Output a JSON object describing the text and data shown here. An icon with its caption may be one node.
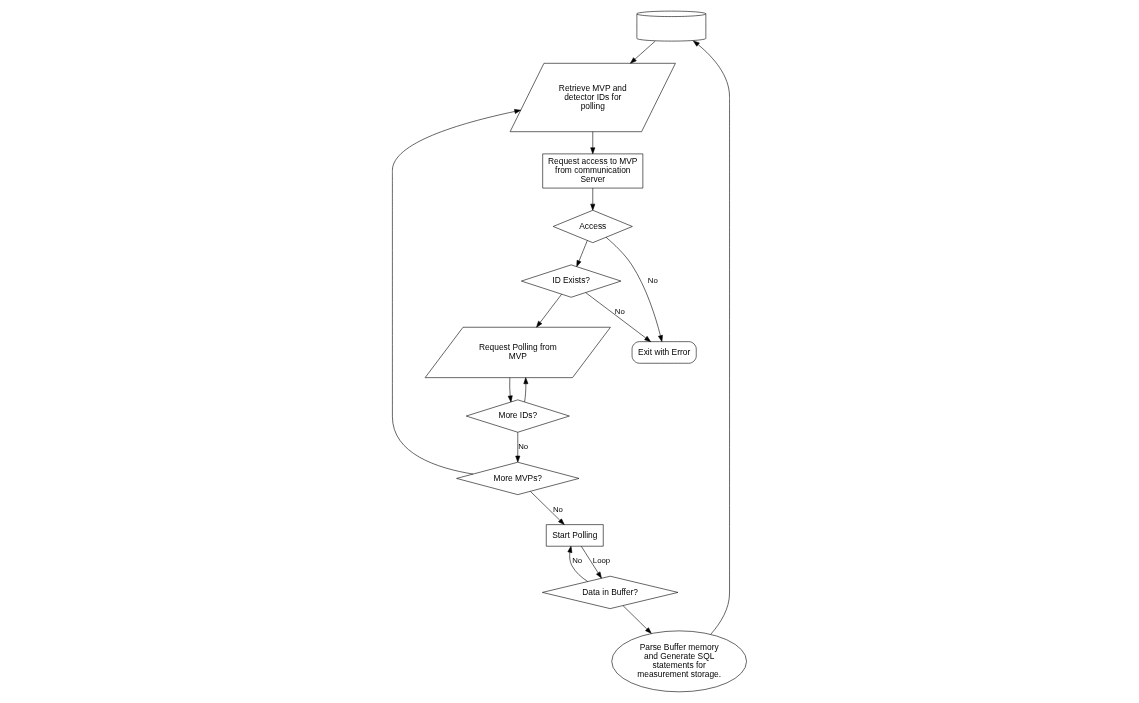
{
  "diagram": {
    "nodes": [
      {
        "text": [],
        "shape": "cylinder"
      },
      {
        "text": [
          "Retrieve MVP and detector IDs for polling"
        ]
      },
      {
        "text": [
          "Request access to MVP from communication Server"
        ]
      },
      {
        "text": [
          "Access"
        ]
      },
      {
        "text": [
          "ID Exists?"
        ]
      },
      {
        "text": [
          "Exit with Error"
        ]
      },
      {
        "text": [
          "Request Polling from MVP"
        ]
      },
      {
        "text": [
          "More IDs?"
        ]
      },
      {
        "text": [
          "More MVPs?"
        ]
      },
      {
        "text": [
          "Start Polling"
        ]
      },
      {
        "text": [
          "Data in Buffer?"
        ]
      },
      {
        "text": [
          "Parse Buffer memory and Generate SQL statements for measurement storage."
        ]
      }
    ],
    "edges": [
      {
        "from": 0,
        "to": 1,
        "arrow": "to"
      },
      {
        "from": 1,
        "to": 2,
        "arrow": "to"
      },
      {
        "from": 2,
        "to": 3,
        "arrow": "to"
      },
      {
        "from": 3,
        "to": 4,
        "arrow": "to"
      },
      {
        "from": 3,
        "to": 5,
        "arrow": "to",
        "label": "No"
      },
      {
        "from": 4,
        "to": 5,
        "arrow": "to",
        "label": "No"
      },
      {
        "from": 4,
        "to": 6,
        "arrow": "to"
      },
      {
        "from": 6,
        "to": 7,
        "arrow": "to"
      },
      {
        "from": 7,
        "to": 6,
        "arrow": "to"
      },
      {
        "from": 7,
        "to": 8,
        "arrow": "to",
        "label": "No"
      },
      {
        "from": 8,
        "to": 1,
        "arrow": "to"
      },
      {
        "from": 8,
        "to": 9,
        "arrow": "to",
        "label": "No"
      },
      {
        "from": 9,
        "to": 10,
        "arrow": "to",
        "label": "Loop"
      },
      {
        "from": 10,
        "to": 9,
        "arrow": "to",
        "label": "No"
      },
      {
        "from": 10,
        "to": 11,
        "arrow": "to"
      },
      {
        "from": 11,
        "to": 0,
        "arrow": "to"
      }
    ]
  }
}
